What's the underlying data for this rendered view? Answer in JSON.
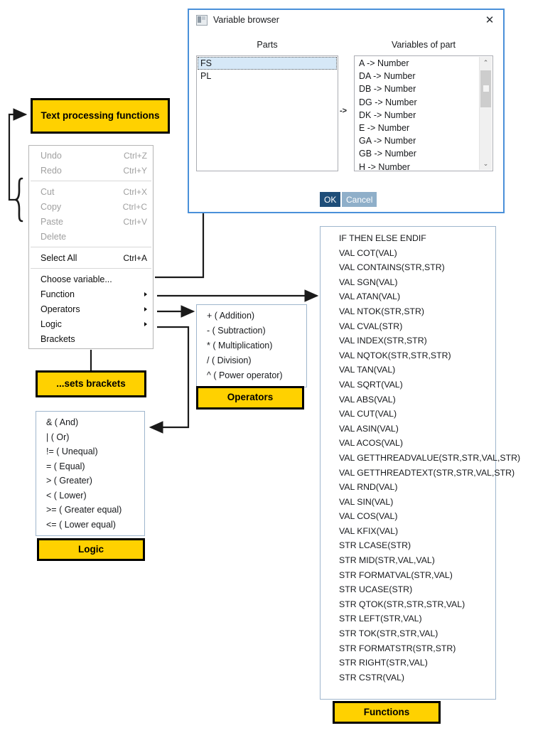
{
  "dialog": {
    "title": "Variable browser",
    "icon": "window-icon",
    "close_icon": "✕",
    "parts_header": "Parts",
    "variables_header": "Variables of part",
    "transfer_marker": "->",
    "parts": [
      {
        "label": "FS",
        "selected": true
      },
      {
        "label": "PL",
        "selected": false
      }
    ],
    "variables": [
      "A -> Number",
      "DA -> Number",
      "DB -> Number",
      "DG -> Number",
      "DK -> Number",
      "E -> Number",
      "GA -> Number",
      "GB -> Number",
      "H -> Number"
    ],
    "scrollbar": {
      "up_arrow": "⌃",
      "down_arrow": "⌄"
    },
    "buttons": {
      "ok": "OK",
      "cancel": "Cancel"
    },
    "colors": {
      "border": "#4A90D9",
      "ok_bg": "#1F4E79",
      "cancel_bg": "#8FAFC9",
      "selection": "#d6e8f7"
    }
  },
  "context_menu": {
    "groups": [
      [
        {
          "label": "Undo",
          "accel": "Ctrl+Z",
          "enabled": false,
          "submenu": false
        },
        {
          "label": "Redo",
          "accel": "Ctrl+Y",
          "enabled": false,
          "submenu": false
        }
      ],
      [
        {
          "label": "Cut",
          "accel": "Ctrl+X",
          "enabled": false,
          "submenu": false
        },
        {
          "label": "Copy",
          "accel": "Ctrl+C",
          "enabled": false,
          "submenu": false
        },
        {
          "label": "Paste",
          "accel": "Ctrl+V",
          "enabled": false,
          "submenu": false
        },
        {
          "label": "Delete",
          "accel": "",
          "enabled": false,
          "submenu": false
        }
      ],
      [
        {
          "label": "Select All",
          "accel": "Ctrl+A",
          "enabled": true,
          "submenu": false
        }
      ],
      [
        {
          "label": "Choose variable...",
          "accel": "",
          "enabled": true,
          "submenu": false
        },
        {
          "label": "Function",
          "accel": "",
          "enabled": true,
          "submenu": true
        },
        {
          "label": "Operators",
          "accel": "",
          "enabled": true,
          "submenu": true
        },
        {
          "label": "Logic",
          "accel": "",
          "enabled": true,
          "submenu": true
        },
        {
          "label": "Brackets",
          "accel": "",
          "enabled": true,
          "submenu": false
        }
      ]
    ]
  },
  "operators_menu": {
    "items": [
      "+ ( Addition)",
      "- ( Subtraction)",
      "* ( Multiplication)",
      "/ ( Division)",
      "^ ( Power operator)"
    ]
  },
  "logic_menu": {
    "items": [
      "& ( And)",
      "| ( Or)",
      "!= ( Unequal)",
      "= ( Equal)",
      "> ( Greater)",
      "< ( Lower)",
      ">= ( Greater equal)",
      "<= ( Lower equal)"
    ]
  },
  "functions_menu": {
    "items": [
      "IF THEN ELSE ENDIF",
      "VAL COT(VAL)",
      "VAL CONTAINS(STR,STR)",
      "VAL SGN(VAL)",
      "VAL ATAN(VAL)",
      "VAL NTOK(STR,STR)",
      "VAL CVAL(STR)",
      "VAL INDEX(STR,STR)",
      "VAL NQTOK(STR,STR,STR)",
      "VAL TAN(VAL)",
      "VAL SQRT(VAL)",
      "VAL ABS(VAL)",
      "VAL CUT(VAL)",
      "VAL ASIN(VAL)",
      "VAL ACOS(VAL)",
      "VAL GETTHREADVALUE(STR,STR,VAL,STR)",
      "VAL GETTHREADTEXT(STR,STR,VAL,STR)",
      "VAL RND(VAL)",
      "VAL SIN(VAL)",
      "VAL COS(VAL)",
      "VAL KFIX(VAL)",
      "STR LCASE(STR)",
      "STR MID(STR,VAL,VAL)",
      "STR FORMATVAL(STR,VAL)",
      "STR UCASE(STR)",
      "STR QTOK(STR,STR,STR,VAL)",
      "STR LEFT(STR,VAL)",
      "STR TOK(STR,STR,VAL)",
      "STR FORMATSTR(STR,STR)",
      "STR RIGHT(STR,VAL)",
      "STR CSTR(VAL)"
    ]
  },
  "callouts": {
    "text_processing": "Text processing functions",
    "sets_brackets": "...sets brackets",
    "operators": "Operators",
    "logic": "Logic",
    "functions": "Functions",
    "color": "#FFD100"
  }
}
